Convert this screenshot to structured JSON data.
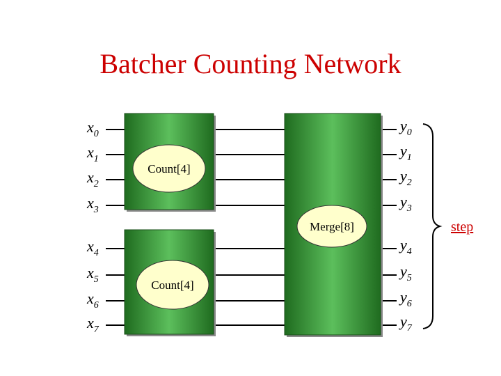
{
  "title": "Batcher Counting Network",
  "inputs": [
    {
      "base": "x",
      "sub": "0"
    },
    {
      "base": "x",
      "sub": "1"
    },
    {
      "base": "x",
      "sub": "2"
    },
    {
      "base": "x",
      "sub": "3"
    },
    {
      "base": "x",
      "sub": "4"
    },
    {
      "base": "x",
      "sub": "5"
    },
    {
      "base": "x",
      "sub": "6"
    },
    {
      "base": "x",
      "sub": "7"
    }
  ],
  "outputs": [
    {
      "base": "y",
      "sub": "0"
    },
    {
      "base": "y",
      "sub": "1"
    },
    {
      "base": "y",
      "sub": "2"
    },
    {
      "base": "y",
      "sub": "3"
    },
    {
      "base": "y",
      "sub": "4"
    },
    {
      "base": "y",
      "sub": "5"
    },
    {
      "base": "y",
      "sub": "6"
    },
    {
      "base": "y",
      "sub": "7"
    }
  ],
  "blocks": {
    "count_top": "Count[4]",
    "count_bottom": "Count[4]",
    "merge": "Merge[8]"
  },
  "brace_label": "step",
  "colors": {
    "title": "#cc0000",
    "block_green": "#3a9a3a",
    "block_dark": "#1f6b1f",
    "ellipse_fill": "#ffffcc",
    "step": "#cc0000"
  }
}
